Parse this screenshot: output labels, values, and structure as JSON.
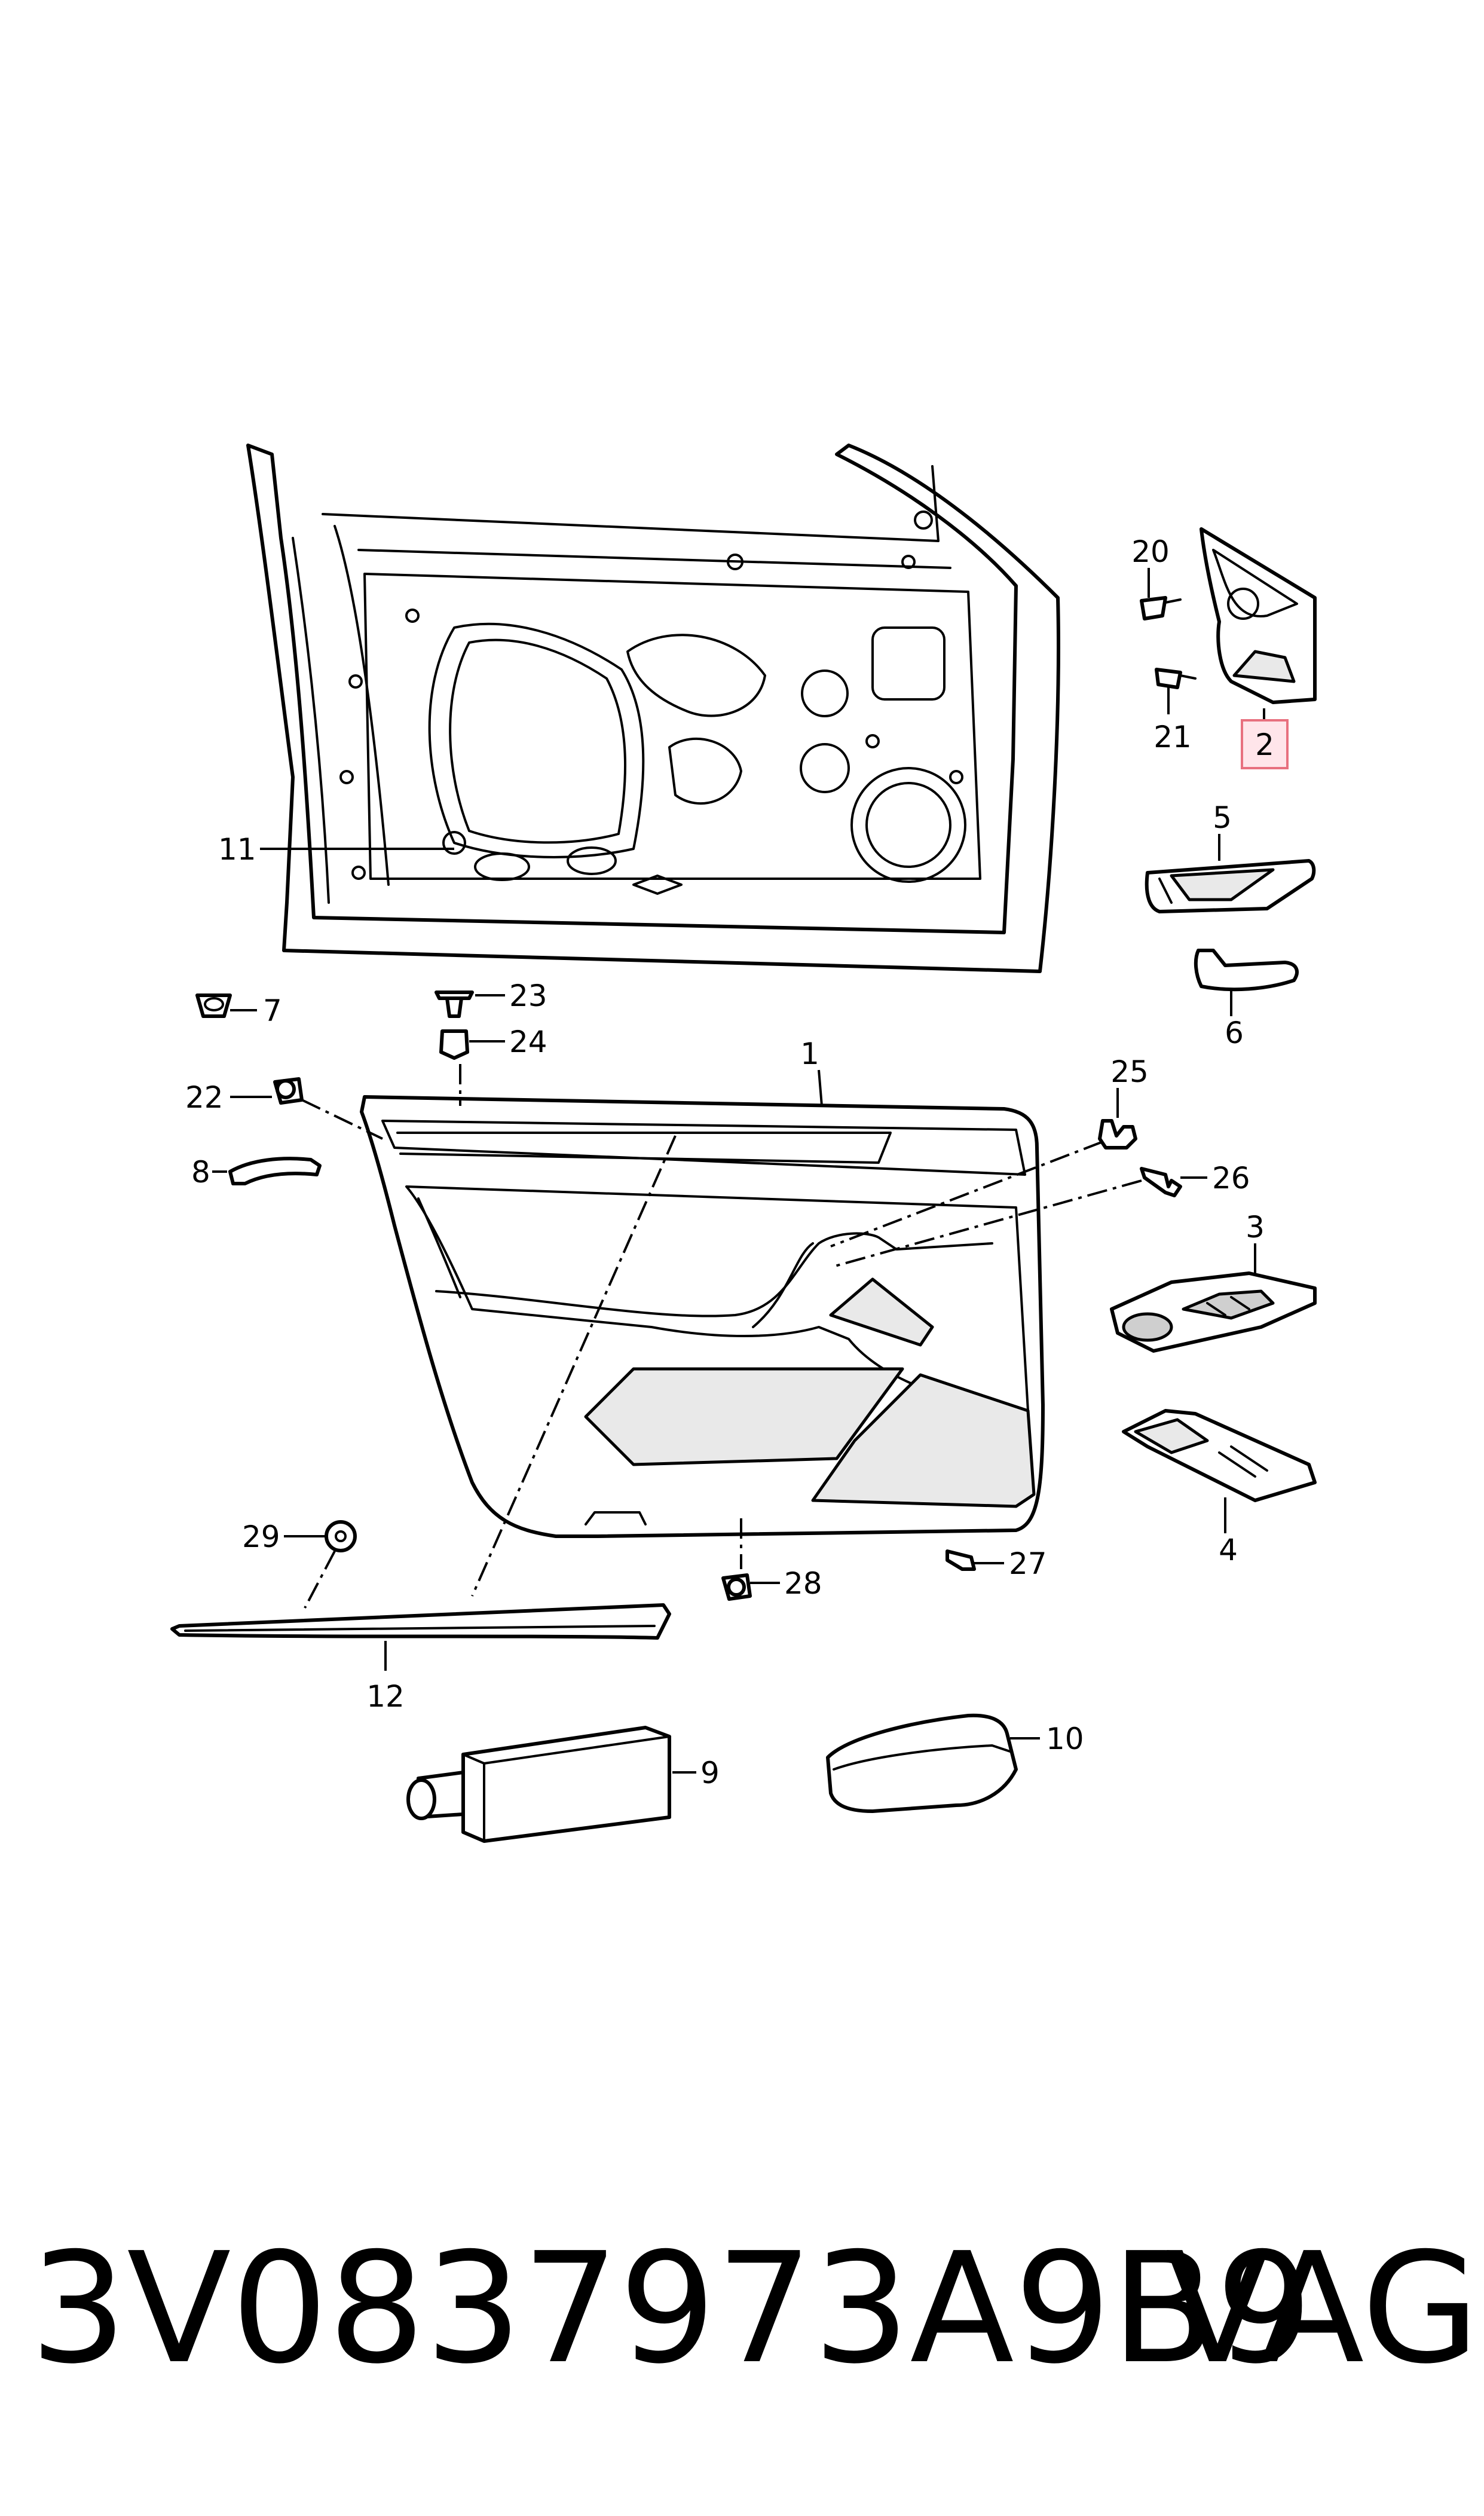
{
  "diagram": {
    "highlight_color": "#e8707f",
    "callouts": [
      {
        "id": "1",
        "label": "1"
      },
      {
        "id": "2",
        "label": "2",
        "highlighted": true
      },
      {
        "id": "3",
        "label": "3"
      },
      {
        "id": "4",
        "label": "4"
      },
      {
        "id": "5",
        "label": "5"
      },
      {
        "id": "6",
        "label": "6"
      },
      {
        "id": "7",
        "label": "7"
      },
      {
        "id": "8",
        "label": "8"
      },
      {
        "id": "9",
        "label": "9"
      },
      {
        "id": "10",
        "label": "10"
      },
      {
        "id": "11",
        "label": "11"
      },
      {
        "id": "12",
        "label": "12"
      },
      {
        "id": "20",
        "label": "20"
      },
      {
        "id": "21",
        "label": "21"
      },
      {
        "id": "22",
        "label": "22"
      },
      {
        "id": "23",
        "label": "23"
      },
      {
        "id": "24",
        "label": "24"
      },
      {
        "id": "25",
        "label": "25"
      },
      {
        "id": "26",
        "label": "26"
      },
      {
        "id": "27",
        "label": "27"
      },
      {
        "id": "28",
        "label": "28"
      },
      {
        "id": "29",
        "label": "29"
      }
    ]
  },
  "footer": {
    "part_number": "3V0837973A9B9",
    "brand": "VAG"
  }
}
